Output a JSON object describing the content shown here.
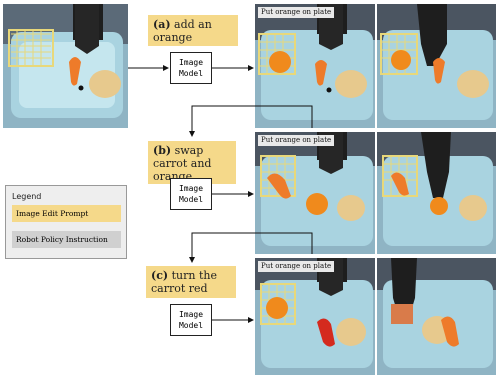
{
  "legend": {
    "title": "Legend",
    "edit_prompt_label": "Image Edit Prompt",
    "policy_label": "Robot Policy Instruction"
  },
  "colors": {
    "edit_prompt": "#f5d98a",
    "policy_instruction": "#d0d0d0"
  },
  "steps": [
    {
      "prefix": "(a)",
      "text": " add an orange",
      "model": [
        "Image",
        "Model"
      ],
      "instruction": "Put orange on plate"
    },
    {
      "prefix": "(b)",
      "text": " swap carrot and orange",
      "model": [
        "Image",
        "Model"
      ],
      "instruction": "Put orange on plate"
    },
    {
      "prefix": "(c)",
      "text": " turn the carrot red",
      "model": [
        "Image",
        "Model"
      ],
      "instruction": "Put orange on plate"
    }
  ]
}
